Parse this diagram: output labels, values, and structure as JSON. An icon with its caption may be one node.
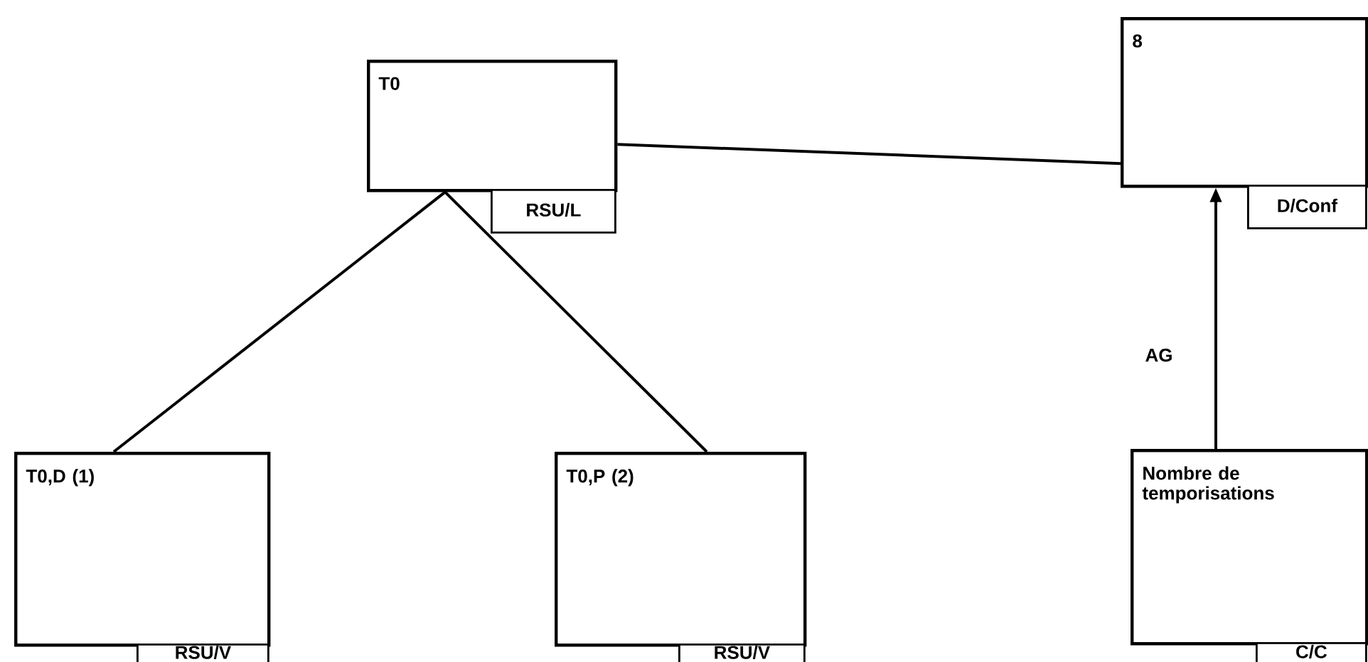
{
  "diagram": {
    "nodes": [
      {
        "text": [
          "T0"
        ]
      },
      {
        "text": [
          "RSU/L"
        ]
      },
      {
        "text": [
          "8"
        ]
      },
      {
        "text": [
          "D/Conf"
        ]
      },
      {
        "text": [
          "T0,D (1)"
        ]
      },
      {
        "text": [
          "RSU/V"
        ]
      },
      {
        "text": [
          "T0,P (2)"
        ]
      },
      {
        "text": [
          "RSU/V"
        ]
      },
      {
        "text": [
          "Nombre de temporisations"
        ]
      },
      {
        "text": [
          "C/C"
        ]
      }
    ],
    "edges": [
      {
        "from": 0,
        "to": 2,
        "arrow": "none"
      },
      {
        "from": 0,
        "to": 4,
        "arrow": "none"
      },
      {
        "from": 0,
        "to": 6,
        "arrow": "none"
      },
      {
        "from": 8,
        "to": 2,
        "arrow": "to",
        "label": "AG"
      }
    ]
  }
}
